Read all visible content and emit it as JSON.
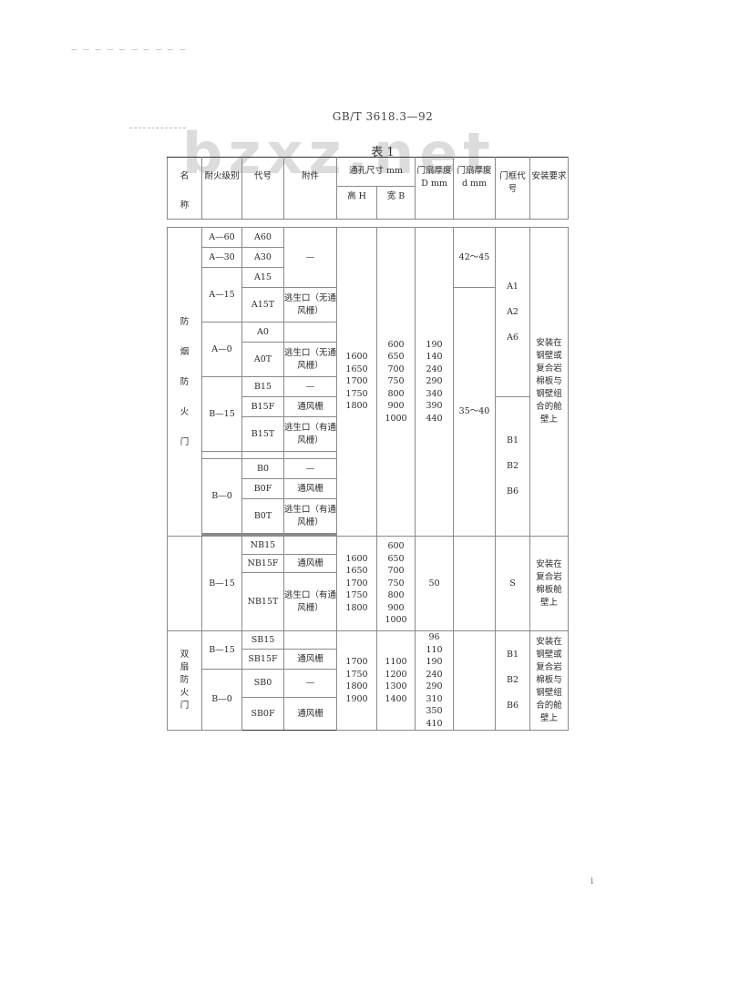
{
  "header": {
    "scan_noise": "— — — — — — — — — —",
    "standard_number": "GB/T 3618.3—92",
    "watermark": "bzxz.net",
    "table_title": "表 1"
  },
  "columns": {
    "name": [
      "名",
      "称"
    ],
    "fire_rating": "耐火级别",
    "code": "代号",
    "fittings": "附件",
    "opening_size": "通孔尺寸 mm",
    "height": "高 H",
    "width": "宽 B",
    "door_thickness": "门扇厚度 D mm",
    "frame_thickness": "门扇厚度 d mm",
    "frame_code": "门框代号",
    "install_req": "安装要求"
  },
  "rows": {
    "fire_door_name": [
      "防",
      "烟",
      "防",
      "火",
      "门"
    ],
    "double_door_name": "双扇防火门",
    "ratings": {
      "a60": "A—60",
      "a30": "A—30",
      "a15": "A—15",
      "a0": "A—0",
      "b15": "B—15",
      "b0": "B—0",
      "nb15": "B—15",
      "sb15": "B—15",
      "sb0": "B—0"
    },
    "codes": {
      "a60": "A60",
      "a30": "A30",
      "a15": "A15",
      "a15t": "A15T",
      "a0": "A0",
      "a0t": "A0T",
      "b15": "B15",
      "b15f": "B15F",
      "b15t": "B15T",
      "b0": "B0",
      "b0f": "B0F",
      "b0t": "B0T",
      "nb15": "NB15",
      "nb15f": "NB15F",
      "nb15t": "NB15T",
      "sb15": "SB15",
      "sb15f": "SB15F",
      "sb0": "SB0",
      "sb0f": "SB0F"
    },
    "fittings": {
      "dash": "—",
      "a15t": "逃生口（无通风栅）",
      "a0t": "逃生口（无通风栅）",
      "b15f": "通风栅",
      "b15t": "逃生口（有通风栅）",
      "b0f": "通风栅",
      "b0t": "逃生口（有通风栅）",
      "nb15f": "通风栅",
      "nb15t": "逃生口（有通风栅）",
      "sb15f": "通风栅",
      "sb0f": "通风栅"
    },
    "group1": {
      "heights": "1600\n1650\n1700\n1750\n1800",
      "widths": "600\n650\n700\n750\n800\n900\n1000",
      "thickness": "190\n140\n240\n290\n340\n390\n440",
      "frame_d_top": "42～45",
      "frame_d_mid": "35～40",
      "frame_codes_a": "A1\n\nA2\n\nA6",
      "frame_codes_b": "B1\n\nB2\n\nB6",
      "install": "安装在钢壁或复合岩棉板与钢壁组合的舱壁上"
    },
    "group2": {
      "heights": "1600\n1650\n1700\n1750\n1800",
      "widths": "600\n650\n700\n750\n800\n900\n1000",
      "thickness": "50",
      "frame_code": "S",
      "install": "安装在复合岩棉板舱壁上"
    },
    "group3": {
      "heights": "1700\n1750\n1800\n1900",
      "widths": "1100\n1200\n1300\n1400",
      "thickness": "96\n110\n190\n240\n290\n310\n350\n410",
      "frame_codes": "B1\n\nB2\n\nB6",
      "install": "安装在钢壁或复合岩棉板与钢壁组合的舱壁上"
    }
  },
  "footer": {
    "page_mark": "i"
  }
}
